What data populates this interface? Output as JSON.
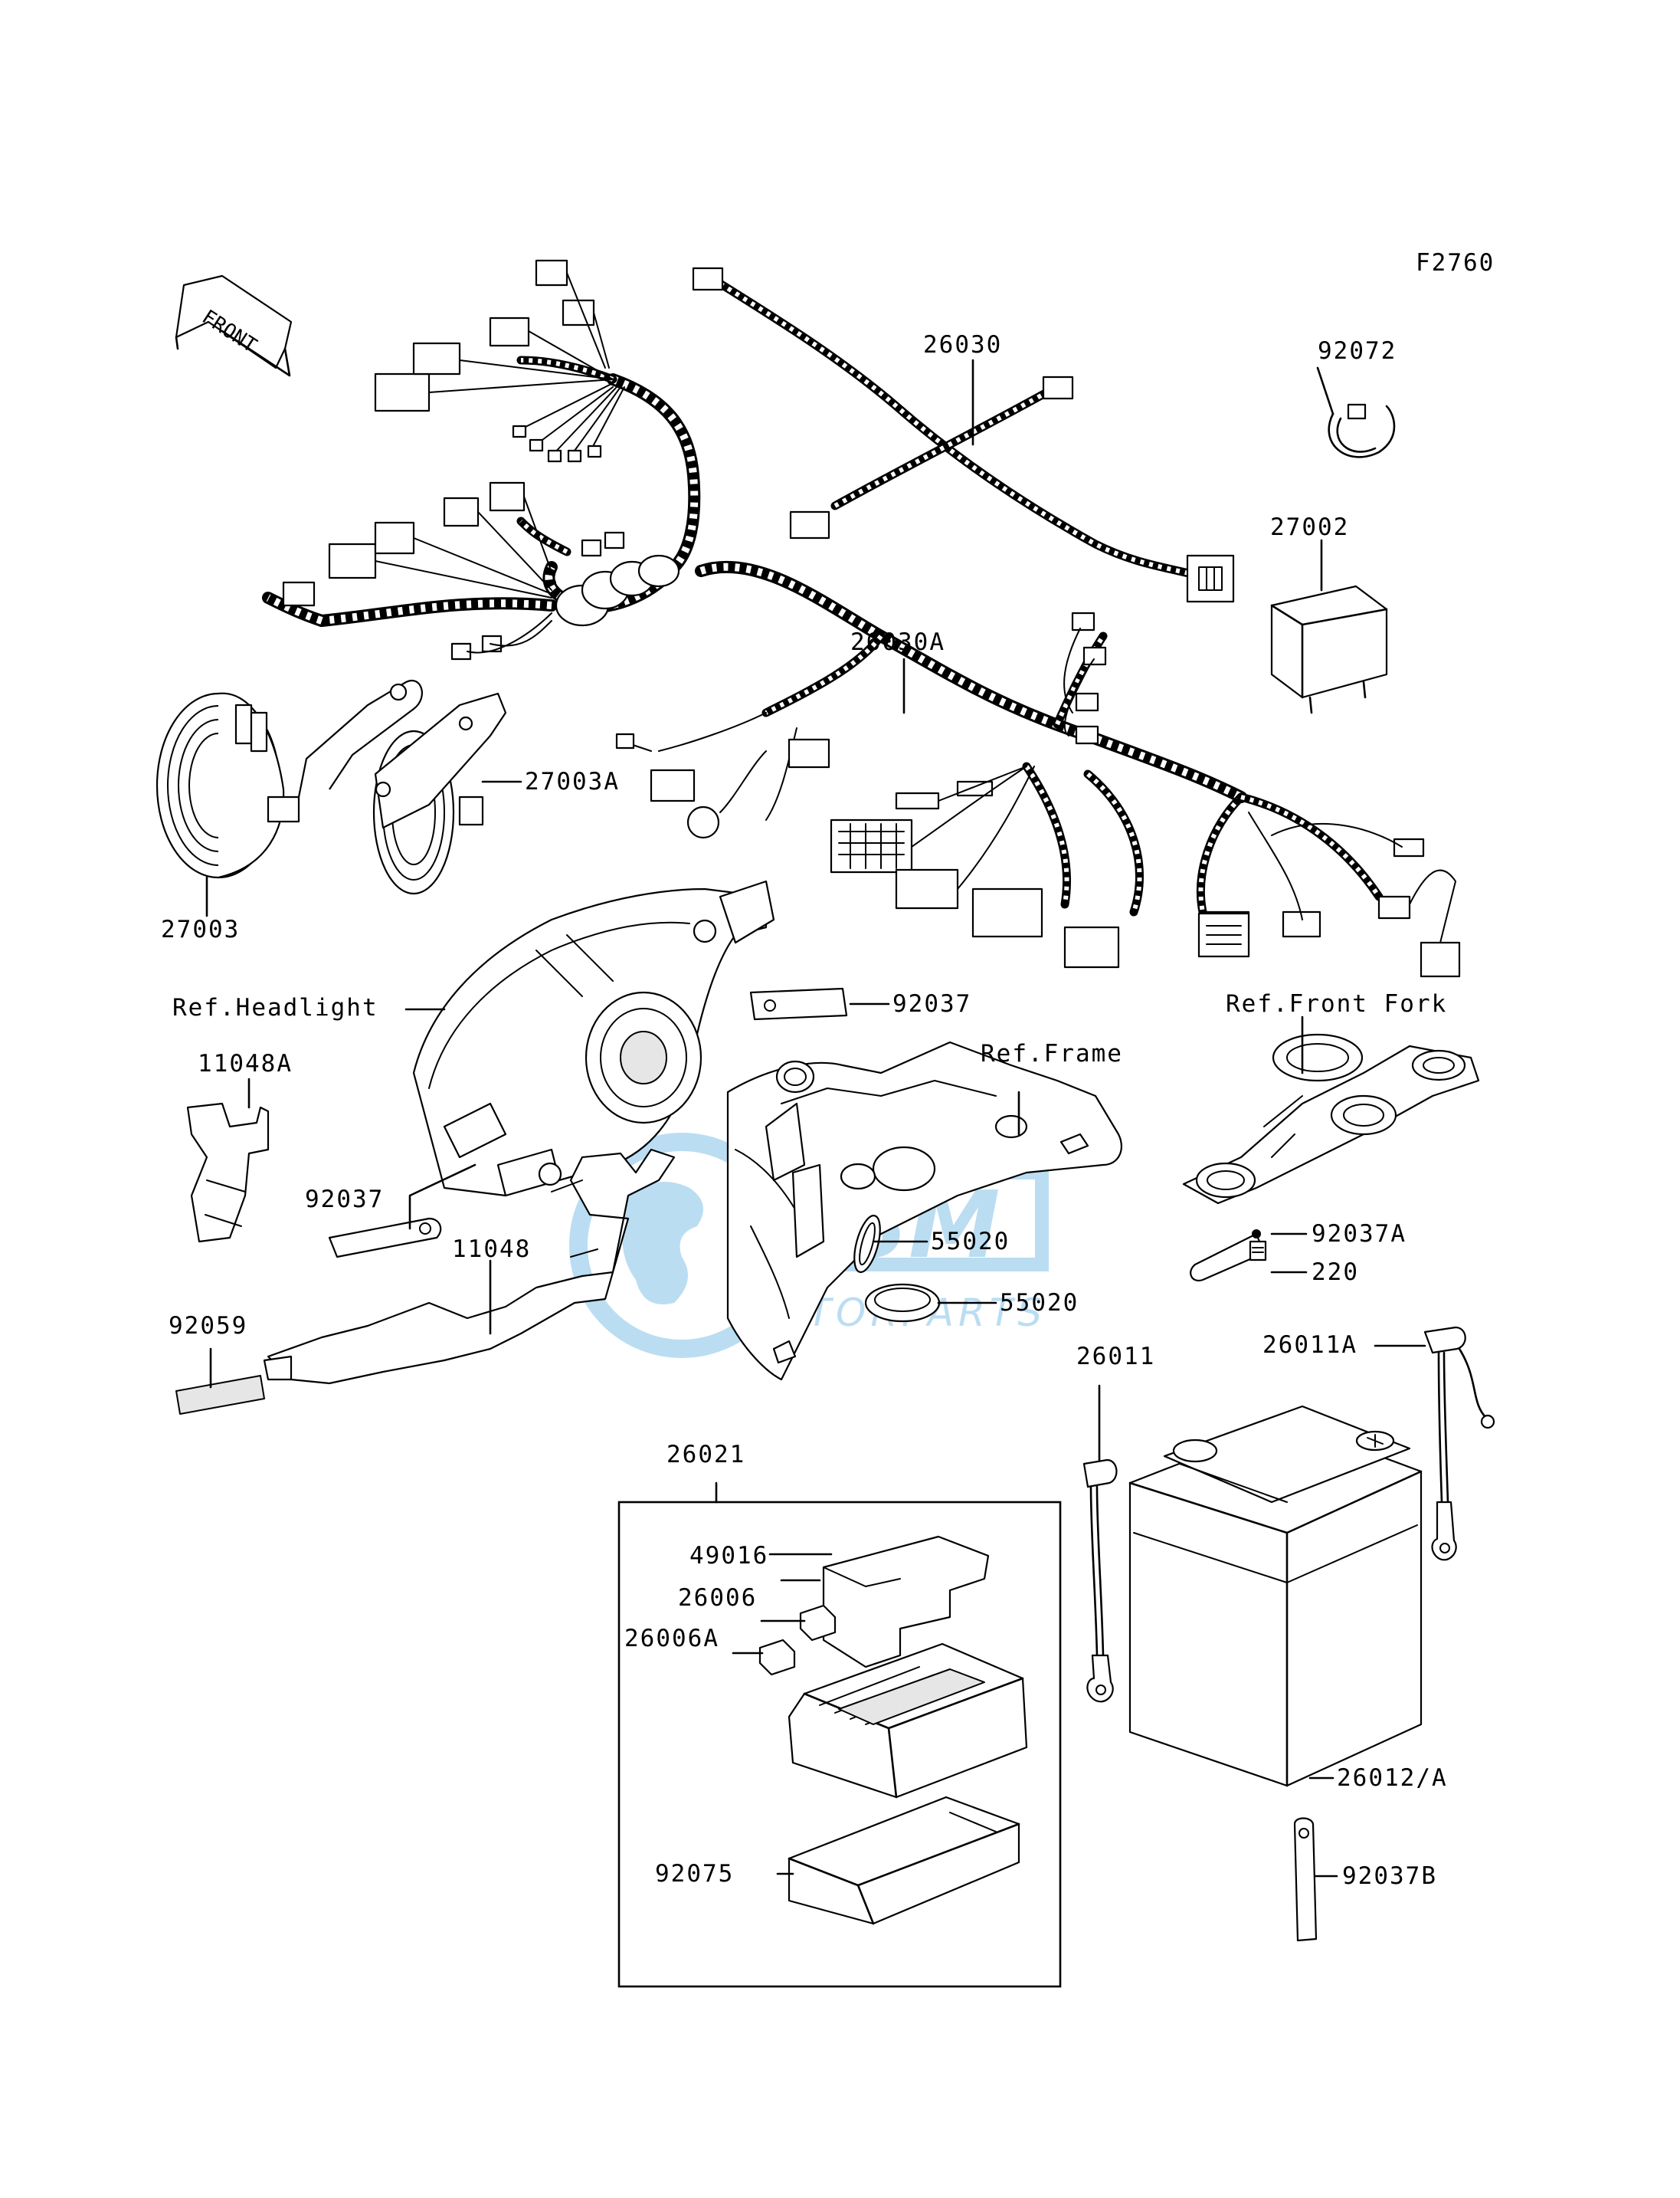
{
  "figure_code": "F2760",
  "front_label": "FRONT",
  "watermark": {
    "brand": "DSM",
    "subtitle": "MOTORPARTS",
    "color": "#1e90d6"
  },
  "frame": {
    "border_color": "#000000",
    "background": "#ffffff"
  },
  "callouts": {
    "p26030": "26030",
    "p92072": "92072",
    "p27002": "27002",
    "p26030A": "26030A",
    "p27003A": "27003A",
    "p27003": "27003",
    "ref_headlight": "Ref.Headlight",
    "p92037_upper": "92037",
    "ref_front_fork": "Ref.Front Fork",
    "p11048A": "11048A",
    "ref_frame": "Ref.Frame",
    "p92037_left": "92037",
    "p92037A": "92037A",
    "p11048": "11048",
    "p55020_upper": "55020",
    "p220": "220",
    "p55020_lower": "55020",
    "p92059": "92059",
    "p26011": "26011",
    "p26011A": "26011A",
    "p26021": "26021",
    "p49016": "49016",
    "p26006": "26006",
    "p26006A": "26006A",
    "p26012A": "26012/A",
    "p92075": "92075",
    "p92037B": "92037B"
  }
}
